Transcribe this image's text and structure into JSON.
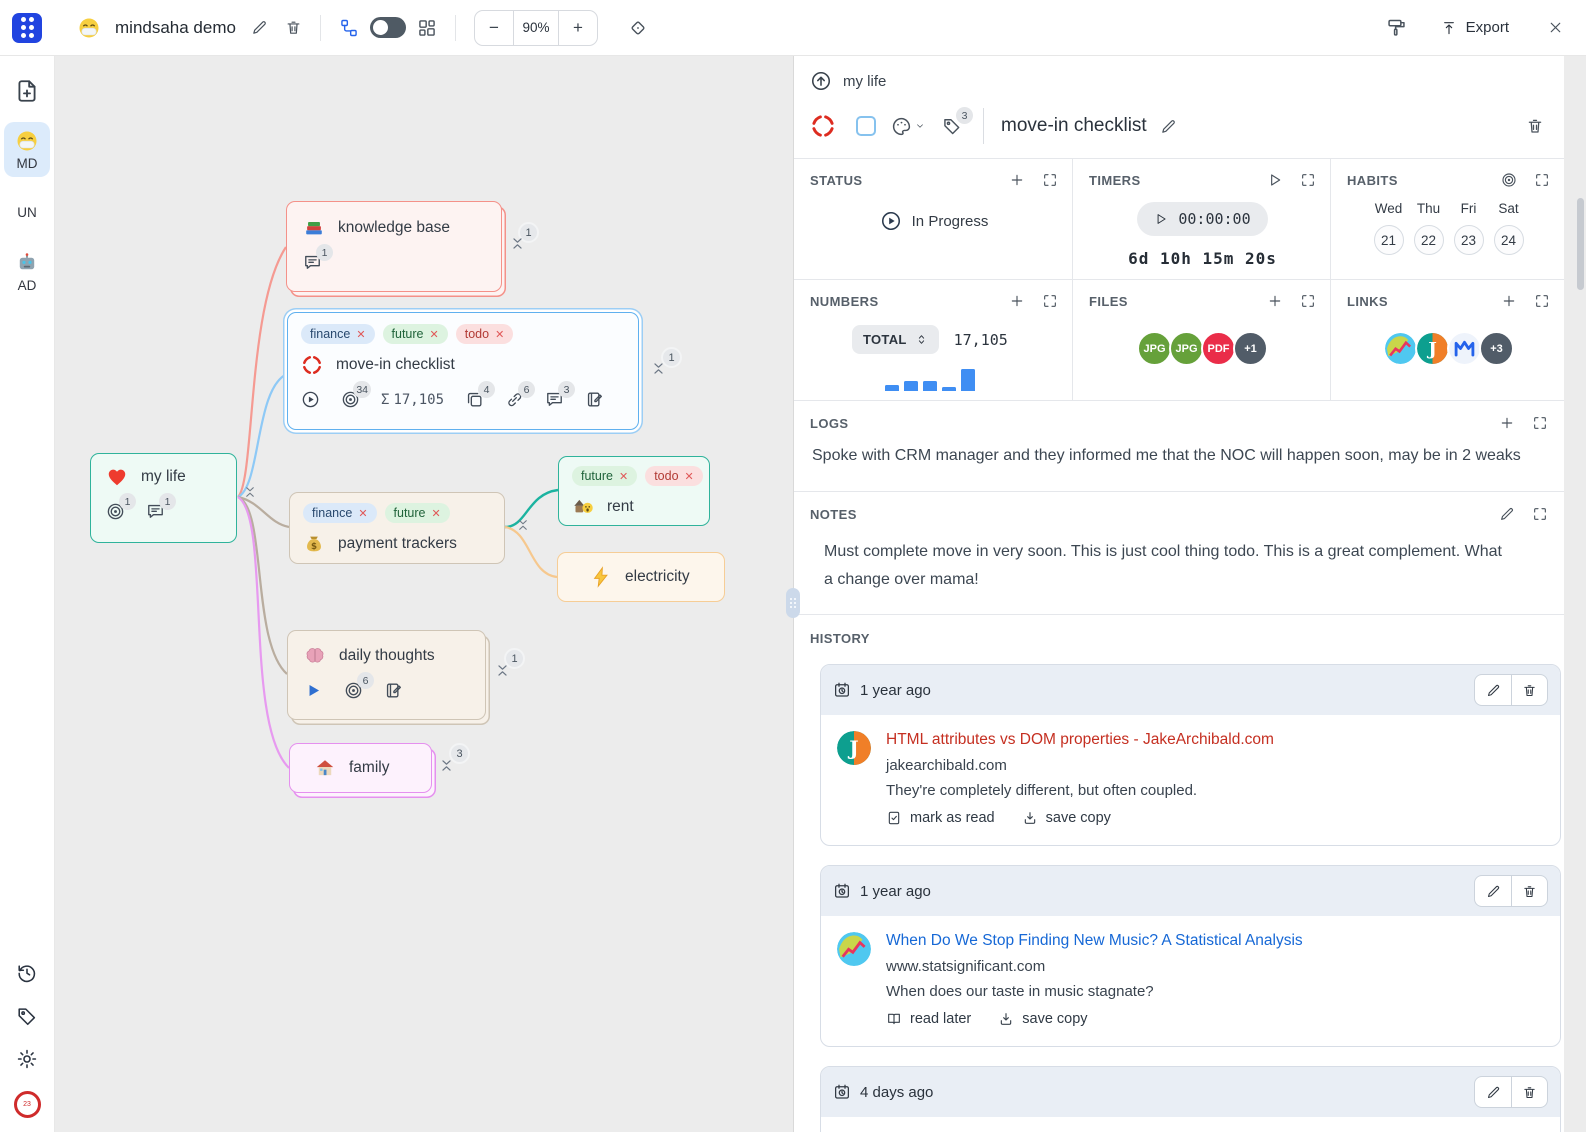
{
  "app": {
    "title": "mindsaha demo",
    "workspace_emoji": "mask-face",
    "zoom_level": "90%",
    "export_label": "Export"
  },
  "sidebar": {
    "items": [
      {
        "emoji": "mask-face",
        "label": "MD",
        "active": true
      },
      {
        "emoji": "",
        "label": "UN",
        "active": false
      },
      {
        "emoji": "robot",
        "label": "AD",
        "active": false
      }
    ],
    "timer_badge": "23"
  },
  "mindmap": {
    "nodes": [
      {
        "id": "my-life",
        "label": "my life",
        "emoji": "heart",
        "theme": "teal",
        "footer": [
          {
            "icon": "target",
            "count": "1"
          },
          {
            "icon": "comment",
            "count": "1"
          }
        ]
      },
      {
        "id": "knowledge-base",
        "label": "knowledge base",
        "emoji": "books",
        "theme": "red",
        "footer": [
          {
            "icon": "comment",
            "count": "1"
          }
        ],
        "collapse_count": "1"
      },
      {
        "id": "move-in-checklist",
        "label": "move-in checklist",
        "emoji": "anger",
        "theme": "blue",
        "selected": true,
        "tags": [
          {
            "label": "finance",
            "color": "finance"
          },
          {
            "label": "future",
            "color": "future"
          },
          {
            "label": "todo",
            "color": "todo"
          }
        ],
        "footer": [
          {
            "icon": "play-circle"
          },
          {
            "icon": "target",
            "count": "34"
          },
          {
            "icon": "sigma",
            "text": "17,105"
          },
          {
            "icon": "copy",
            "count": "4"
          },
          {
            "icon": "link",
            "count": "6"
          },
          {
            "icon": "comment",
            "count": "3"
          },
          {
            "icon": "note"
          }
        ],
        "collapse_count": "1"
      },
      {
        "id": "payment-trackers",
        "label": "payment trackers",
        "emoji": "moneybag",
        "theme": "tan",
        "tags": [
          {
            "label": "finance",
            "color": "finance"
          },
          {
            "label": "future",
            "color": "future"
          }
        ]
      },
      {
        "id": "rent",
        "label": "rent",
        "emoji": "hut-sad",
        "theme": "teal",
        "tags": [
          {
            "label": "future",
            "color": "future"
          },
          {
            "label": "todo",
            "color": "todo"
          }
        ]
      },
      {
        "id": "electricity",
        "label": "electricity",
        "emoji": "lightning",
        "theme": "orange"
      },
      {
        "id": "daily-thoughts",
        "label": "daily thoughts",
        "emoji": "brain",
        "theme": "tan-stack",
        "footer": [
          {
            "icon": "play-small"
          },
          {
            "icon": "target",
            "count": "6"
          },
          {
            "icon": "note"
          }
        ],
        "collapse_count": "1"
      },
      {
        "id": "family",
        "label": "family",
        "emoji": "house",
        "theme": "pink",
        "collapse_count": "3"
      }
    ]
  },
  "panel": {
    "breadcrumb": "my life",
    "node_emoji": "anger",
    "node_title": "move-in checklist",
    "tag_count": "3",
    "status": {
      "label": "STATUS",
      "value": "In Progress"
    },
    "timers": {
      "label": "TIMERS",
      "current": "00:00:00",
      "total": "6d 10h 15m 20s"
    },
    "habits": {
      "label": "HABITS",
      "days": [
        "Wed",
        "Thu",
        "Fri",
        "Sat"
      ],
      "dates": [
        "21",
        "22",
        "23",
        "24"
      ]
    },
    "numbers": {
      "label": "NUMBERS",
      "mode": "TOTAL",
      "value": "17,105",
      "bars": [
        6,
        10,
        10,
        4,
        22
      ]
    },
    "files": {
      "label": "FILES",
      "badges": [
        {
          "label": "JPG",
          "color": "#66a13a"
        },
        {
          "label": "JPG",
          "color": "#66a13a"
        },
        {
          "label": "PDF",
          "color": "#ea2d49"
        },
        {
          "label": "+1",
          "color": "#515c68"
        }
      ]
    },
    "links": {
      "label": "LINKS",
      "favicons": [
        "statsignificant",
        "jakearchibald",
        "mindsaha-m"
      ],
      "more": "+3"
    },
    "logs": {
      "label": "LOGS",
      "text": "Spoke with CRM manager and they informed me that the NOC will happen soon, may be in 2 weaks"
    },
    "notes": {
      "label": "NOTES",
      "text": "Must complete move in very soon. This is just cool thing todo. This is a great complement. What a change over mama!"
    },
    "history": {
      "label": "HISTORY",
      "items": [
        {
          "time": "1 year ago",
          "favicon": "jakearchibald",
          "title": "HTML attributes vs DOM properties - JakeArchibald.com",
          "title_color": "#c52f21",
          "domain": "jakearchibald.com",
          "description": "They're completely different, but often coupled.",
          "actions": [
            {
              "icon": "check-doc",
              "label": "mark as read"
            },
            {
              "icon": "download",
              "label": "save copy"
            }
          ]
        },
        {
          "time": "1 year ago",
          "favicon": "statsignificant",
          "title": "When Do We Stop Finding New Music? A Statistical Analysis",
          "title_color": "#1668d6",
          "domain": "www.statsignificant.com",
          "description": "When does our taste in music stagnate?",
          "actions": [
            {
              "icon": "book",
              "label": "read later"
            },
            {
              "icon": "download",
              "label": "save copy"
            }
          ]
        },
        {
          "time": "4 days ago"
        }
      ]
    }
  }
}
